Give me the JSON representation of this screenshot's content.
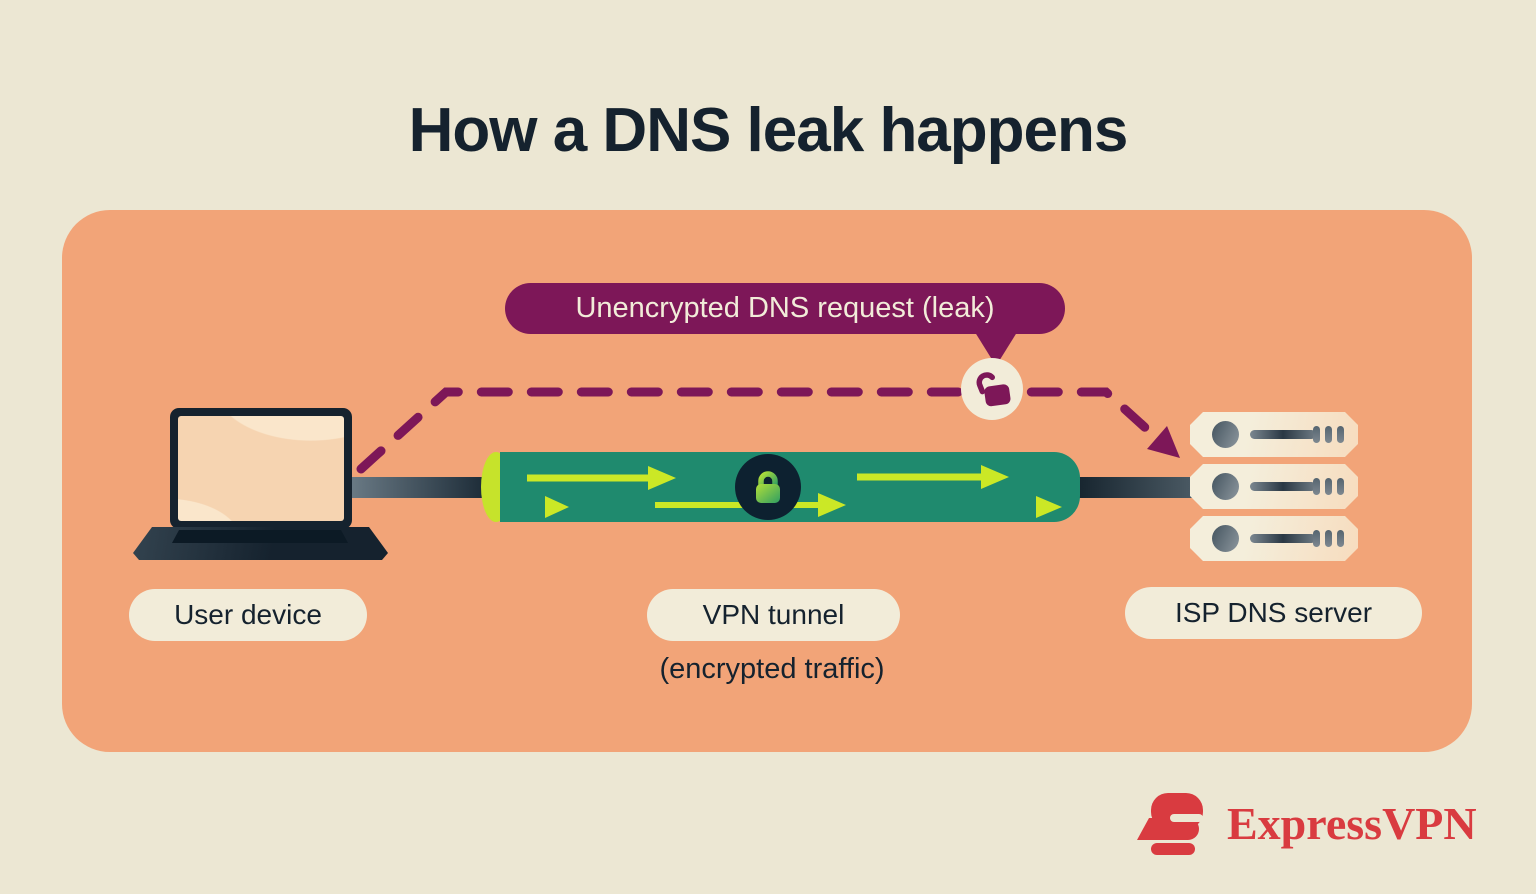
{
  "title": "How a DNS leak happens",
  "callout": {
    "label": "Unencrypted DNS request (leak)"
  },
  "nodes": {
    "user_device": "User device",
    "vpn_tunnel": "VPN tunnel",
    "vpn_tunnel_sub": "(encrypted traffic)",
    "isp_dns_server": "ISP DNS server"
  },
  "brand": {
    "wordmark": "ExpressVPN"
  },
  "icons": {
    "open_padlock": "open-padlock-icon",
    "closed_padlock": "closed-padlock-icon",
    "leak_arrow": "dashed-leak-arrow",
    "tunnel_arrows": "flow-arrows",
    "logo_mark": "expressvpn-logo-icon"
  },
  "colors": {
    "background": "#ece7d3",
    "panel_orange": "#f2a478",
    "magenta": "#7d1758",
    "tunnel_green": "#1f8a6e",
    "arrow_green": "#cbe826",
    "navy": "#15222e",
    "cream": "#f2ecd9",
    "brand_red": "#d93b40"
  }
}
